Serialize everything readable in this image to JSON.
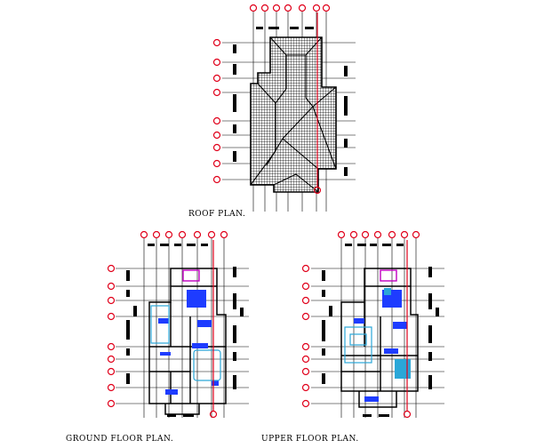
{
  "drawing": {
    "roof_plan": {
      "title": "ROOF PLAN."
    },
    "ground_floor_plan": {
      "title": "GROUND FLOOR PLAN."
    },
    "upper_floor_plan": {
      "title": "UPPER FLOOR PLAN."
    }
  },
  "colors": {
    "line": "#000000",
    "grid_bubble": "#e0001a",
    "furniture": "#1e3cff",
    "fixture_highlight": "#c000c0",
    "furniture_light": "#2aa7d8",
    "background": "#ffffff"
  }
}
